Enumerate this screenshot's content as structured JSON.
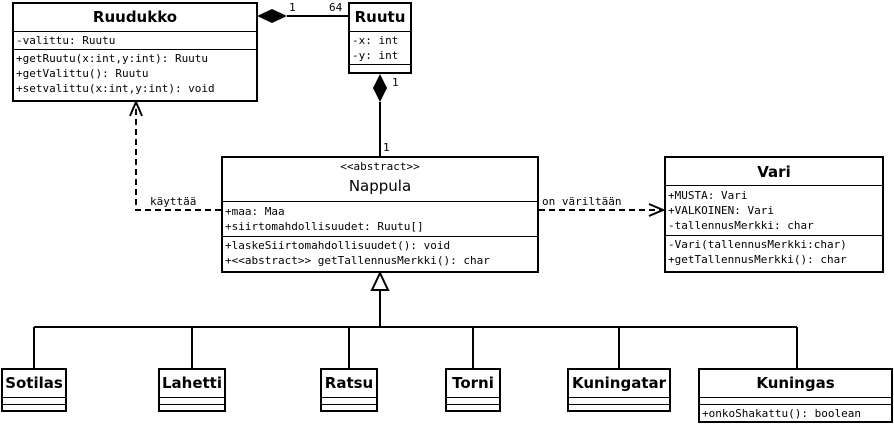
{
  "classes": {
    "ruudukko": {
      "name": "Ruudukko",
      "attributes": [
        "-valittu: Ruutu"
      ],
      "methods": [
        "+getRuutu(x:int,y:int): Ruutu",
        "+getValittu(): Ruutu",
        "+setvalittu(x:int,y:int): void"
      ]
    },
    "ruutu": {
      "name": "Ruutu",
      "attributes": [
        "-x: int",
        "-y: int"
      ],
      "methods": []
    },
    "nappula": {
      "stereotype": "<<abstract>>",
      "name": "Nappula",
      "attributes": [
        "+maa: Maa",
        "+siirtomahdollisuudet: Ruutu[]"
      ],
      "methods": [
        "+laskeSiirtomahdollisuudet(): void",
        "+<<abstract>> getTallennusMerkki(): char"
      ]
    },
    "vari": {
      "name": "Vari",
      "attributes": [
        "+MUSTA: Vari",
        "+VALKOINEN: Vari",
        "-tallennusMerkki: char"
      ],
      "methods": [
        "-Vari(tallennusMerkki:char)",
        "+getTallennusMerkki(): char"
      ]
    },
    "sotilas": {
      "name": "Sotilas"
    },
    "lahetti": {
      "name": "Lahetti"
    },
    "ratsu": {
      "name": "Ratsu"
    },
    "torni": {
      "name": "Torni"
    },
    "kuningatar": {
      "name": "Kuningatar"
    },
    "kuningas": {
      "name": "Kuningas",
      "methods": [
        "+onkoShakattu(): boolean"
      ]
    }
  },
  "relations": {
    "ruudukko_ruutu": {
      "left_mult": "1",
      "right_mult": "64"
    },
    "ruutu_nappula": {
      "top_mult": "1",
      "bottom_mult": "1"
    },
    "kayttaa": {
      "label": "käyttää"
    },
    "on_variltaan": {
      "label": "on väriltään"
    }
  }
}
